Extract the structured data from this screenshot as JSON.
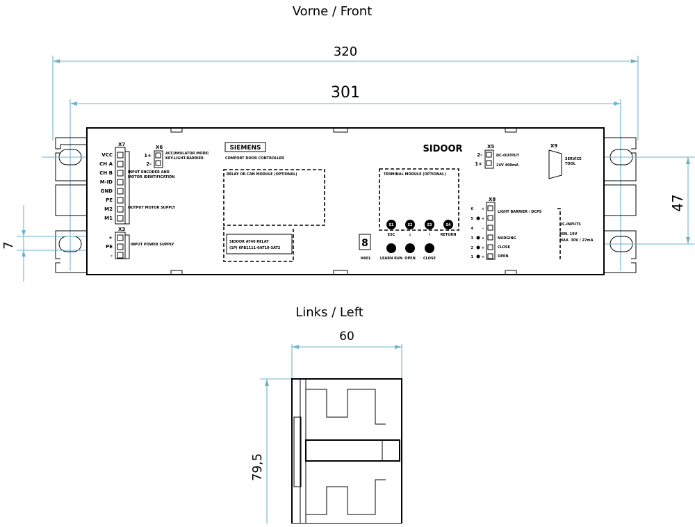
{
  "headings": {
    "front": "Vorne / Front",
    "left": "Links / Left"
  },
  "dimensions": {
    "total_length": "320",
    "hole_spacing": "301",
    "hole_size": "7",
    "mount_height": "47",
    "side_width": "60",
    "side_height": "79,5"
  },
  "device": {
    "brand": "SIEMENS",
    "product": "SIDOOR",
    "controller_title": "COMFORT DOOR CONTROLLER",
    "relay_module_label": "RELAY OR CAN MODULE (OPTIONAL)",
    "terminal_module_label": "TERMINAL MODULE (OPTIONAL)",
    "relay_box_line1": "SIDOOR AT40 RELAY",
    "relay_box_line2": "(1P) 6FB1111-0AT10-3AT2",
    "connectors": {
      "x7": "X7",
      "x6": "X6",
      "x3": "X3",
      "x5": "X5",
      "x9": "X9",
      "x8": "X8",
      "x7_pins": [
        "VCC",
        "CH A",
        "CH B",
        "M-ID",
        "GND",
        "PE",
        "M2",
        "M1"
      ],
      "x3_pins": [
        "+",
        "PE",
        "-"
      ],
      "x6_pins": [
        "1+",
        "2-"
      ],
      "x5_pins": [
        "2-",
        "1+"
      ],
      "x8_pins": [
        "6",
        "5",
        "4",
        "3",
        "2",
        "1"
      ],
      "x8_signs": [
        "+",
        "+",
        "-",
        "+",
        "+",
        "+"
      ],
      "encoder_label": "INPUT ENCODER AND",
      "encoder_label2": "MOTOR IDENTIFICATION",
      "motor_label": "OUTPUT MOTOR SUPPLY",
      "power_label": "INPUT POWER SUPPLY",
      "accu_label": "ACCUMULATOR MODE/",
      "accu_label2": "KEY-LIGHT-BARRIER",
      "dc_output": "DC-OUTPUT",
      "dc_output_val": "24V  400mA",
      "service_tool": "SERVICE",
      "service_tool2": "TOOL",
      "light_barrier": "LIGHT BARRIER / DCPS",
      "nudging": "NUDGING",
      "close": "CLOSE",
      "open": "OPEN",
      "dc_inputs": "DC-INPUTS",
      "dc_min": "MIN. 19V",
      "dc_max": "MAX. 30V / 27mA"
    },
    "buttons": {
      "s1": "S1",
      "s2": "S2",
      "s3": "S3",
      "s4": "S4",
      "s1_label": "ESC",
      "s2_label": "↓",
      "s3_label": "↑",
      "s4_label": "RETURN"
    },
    "push_buttons": {
      "learn": "LEARN RUN",
      "open": "OPEN",
      "close": "CLOSE"
    },
    "display_label": "H401"
  }
}
